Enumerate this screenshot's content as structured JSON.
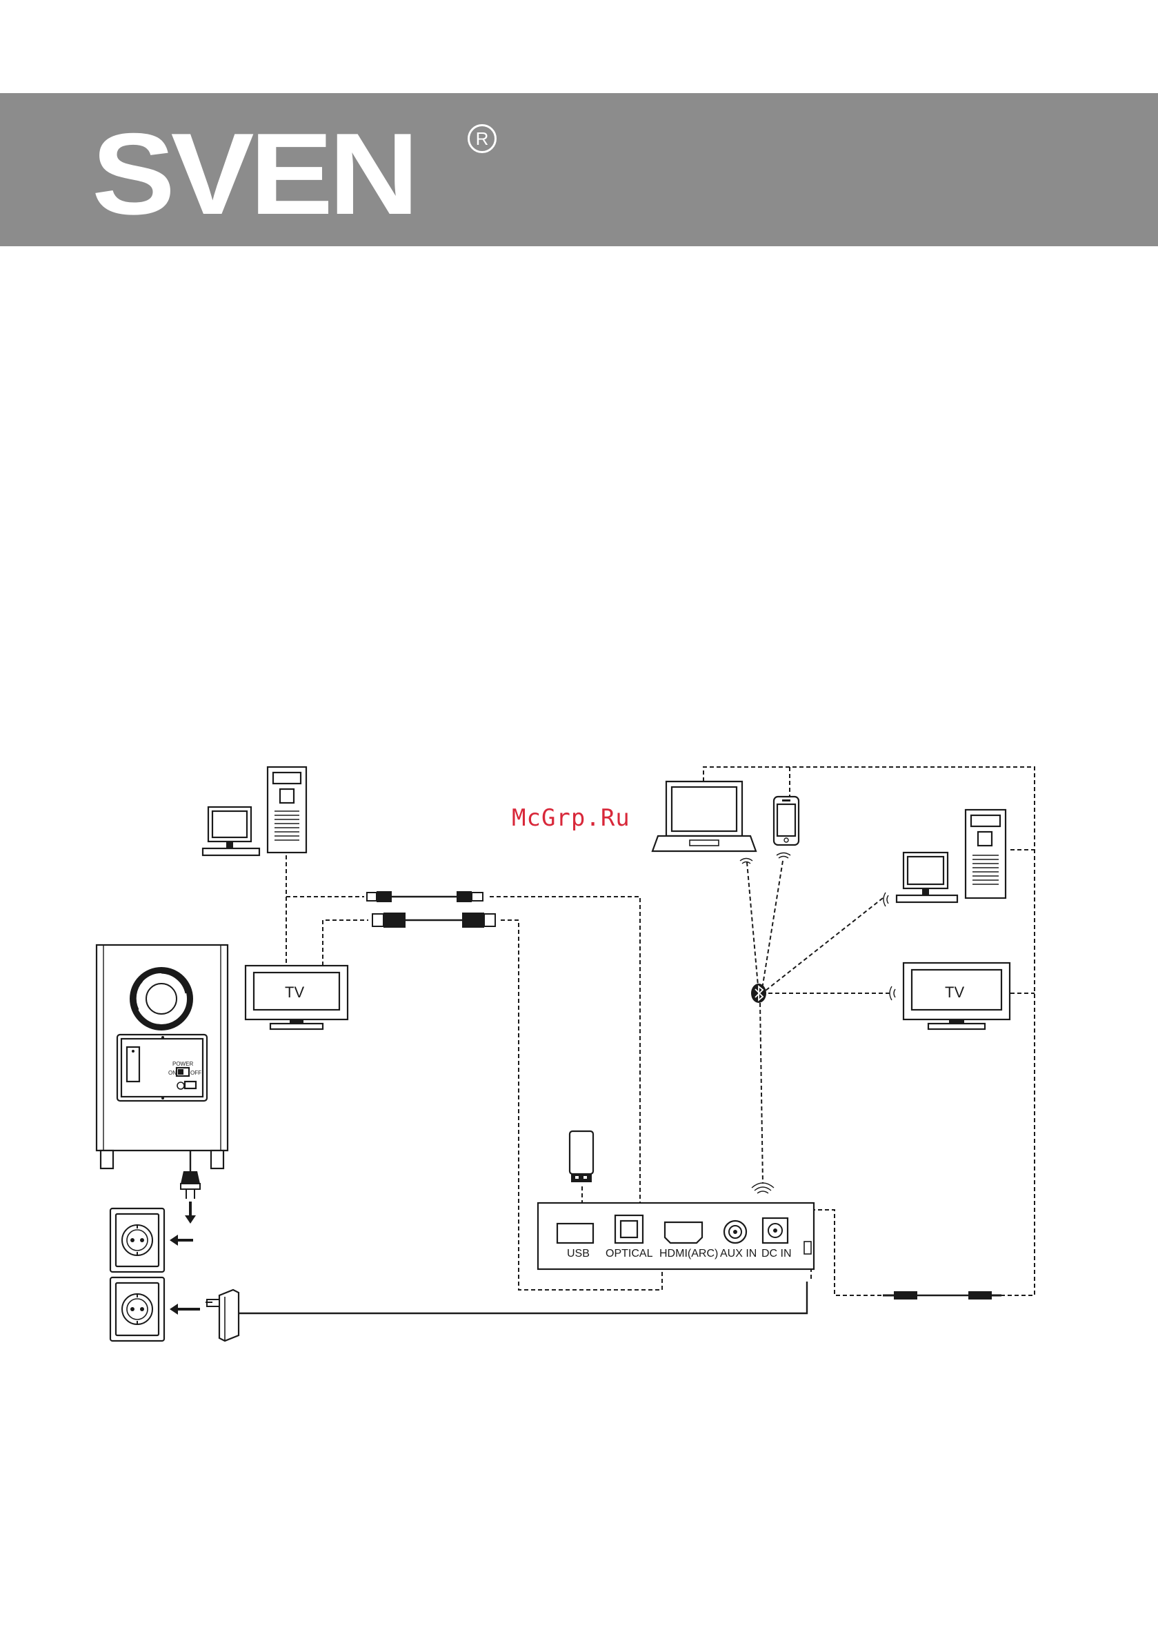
{
  "brand": {
    "logo_text": "SVEN",
    "registered_mark": "R"
  },
  "watermark": "McGrp.Ru",
  "devices": {
    "tv_left": "TV",
    "tv_right": "TV"
  },
  "subwoofer": {
    "power_label": "POWER",
    "on_label": "ON",
    "off_label": "OFF"
  },
  "ports": [
    "USB",
    "OPTICAL",
    "HDMI(ARC)",
    "AUX IN",
    "DC IN"
  ],
  "icons": [
    "desktop-pc-icon",
    "laptop-icon",
    "smartphone-icon",
    "tv-icon",
    "bluetooth-icon",
    "usb-flash-drive-icon",
    "power-socket-icon",
    "power-adapter-icon",
    "power-plug-icon",
    "optical-cable-icon",
    "hdmi-cable-icon",
    "audio-jack-cable-icon",
    "wireless-signal-icon",
    "subwoofer-icon"
  ]
}
